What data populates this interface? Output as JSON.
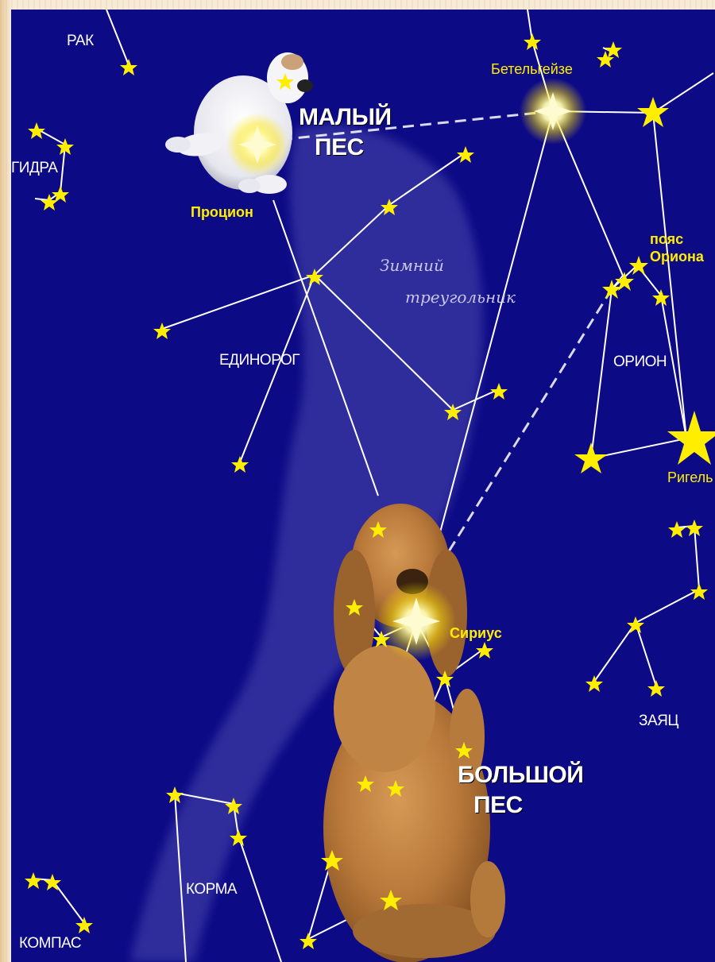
{
  "constellations": {
    "rak": "РАК",
    "gidra": "ГИДРА",
    "edinorog": "ЕДИНОРОГ",
    "orion": "ОРИОН",
    "zayac": "ЗАЯЦ",
    "korma": "КОРМА",
    "kompas": "КОМПАС"
  },
  "big_labels": {
    "maly_pes_line1": "МАЛЫЙ",
    "maly_pes_line2": "ПЕС",
    "bolshoy_pes_line1": "БОЛЬШОЙ",
    "bolshoy_pes_line2": "ПЕС"
  },
  "stars": {
    "betelgeuse": "Бетельгейзе",
    "procyon": "Процион",
    "sirius": "Сириус",
    "rigel": "Ригель",
    "belt_line1": "пояс",
    "belt_line2": "Ориона"
  },
  "asterism": {
    "line1": "Зимний",
    "line2": "треугольник"
  },
  "colors": {
    "sky": "#0d0a86",
    "star": "#ffee00",
    "line": "#ffffff",
    "frame": "#f3e2c6"
  }
}
